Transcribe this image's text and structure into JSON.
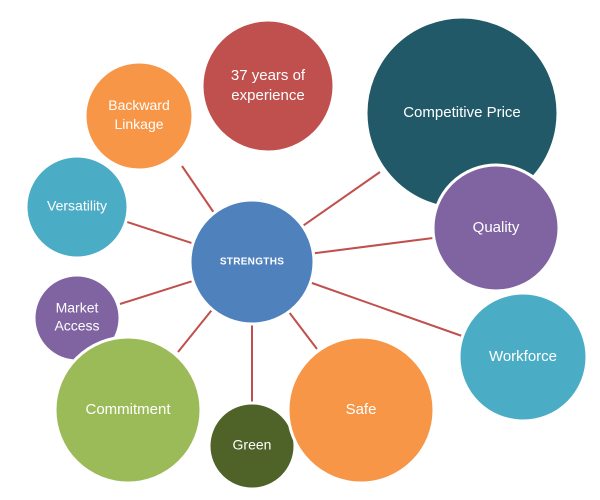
{
  "diagram": {
    "center": {
      "label": "STRENGTHS",
      "color": "#4f81bd"
    },
    "connector_color": "#c0504d",
    "bubbles": [
      {
        "id": "years",
        "lines": [
          "37 years of",
          "experience"
        ],
        "color": "#c0504d"
      },
      {
        "id": "backward",
        "lines": [
          "Backward",
          "Linkage"
        ],
        "color": "#f79646"
      },
      {
        "id": "price",
        "lines": [
          "Competitive Price"
        ],
        "color": "#215968"
      },
      {
        "id": "quality",
        "lines": [
          "Quality"
        ],
        "color": "#8064a2"
      },
      {
        "id": "versatility",
        "lines": [
          "Versatility"
        ],
        "color": "#4bacc6"
      },
      {
        "id": "market",
        "lines": [
          "Market",
          "Access"
        ],
        "color": "#8064a2"
      },
      {
        "id": "workforce",
        "lines": [
          "Workforce"
        ],
        "color": "#4bacc6"
      },
      {
        "id": "commitment",
        "lines": [
          "Commitment"
        ],
        "color": "#9bbb59"
      },
      {
        "id": "safe",
        "lines": [
          "Safe"
        ],
        "color": "#f79646"
      },
      {
        "id": "green",
        "lines": [
          "Green"
        ],
        "color": "#4f6228"
      }
    ]
  }
}
